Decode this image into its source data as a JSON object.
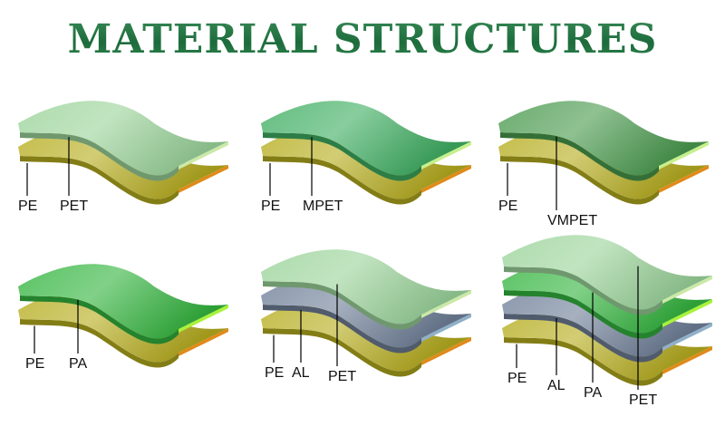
{
  "title": "MATERIAL STRUCTURES",
  "structures": [
    {
      "layers": [
        {
          "label": "PE",
          "color": "#b6ad1f",
          "edge": "#e08a1a"
        },
        {
          "label": "PET",
          "color": "#9bd39a",
          "edge": "#cbe8a8"
        }
      ]
    },
    {
      "layers": [
        {
          "label": "PE",
          "color": "#b6ad1f",
          "edge": "#e08a1a"
        },
        {
          "label": "MPET",
          "color": "#3fae62",
          "edge": "#c6ef8c"
        }
      ]
    },
    {
      "layers": [
        {
          "label": "PE",
          "color": "#b6ad1f",
          "edge": "#e08a1a"
        },
        {
          "label": "VMPET",
          "color": "#4a9a4e",
          "edge": "#c6ef8c"
        }
      ]
    },
    {
      "layers": [
        {
          "label": "PE",
          "color": "#b6ad1f",
          "edge": "#e08a1a"
        },
        {
          "label": "PA",
          "color": "#34b53f",
          "edge": "#a8f23a"
        }
      ]
    },
    {
      "layers": [
        {
          "label": "PE",
          "color": "#b6ad1f",
          "edge": "#e08a1a"
        },
        {
          "label": "AL",
          "color": "#6f7f98",
          "edge": "#8fb0c8"
        },
        {
          "label": "PET",
          "color": "#9bd39a",
          "edge": "#cbe8a8"
        }
      ]
    },
    {
      "layers": [
        {
          "label": "PE",
          "color": "#b6ad1f",
          "edge": "#e08a1a"
        },
        {
          "label": "AL",
          "color": "#6f7f98",
          "edge": "#8fb0c8"
        },
        {
          "label": "PA",
          "color": "#34b53f",
          "edge": "#a8f23a"
        },
        {
          "label": "PET",
          "color": "#9bd39a",
          "edge": "#cbe8a8"
        }
      ]
    }
  ]
}
